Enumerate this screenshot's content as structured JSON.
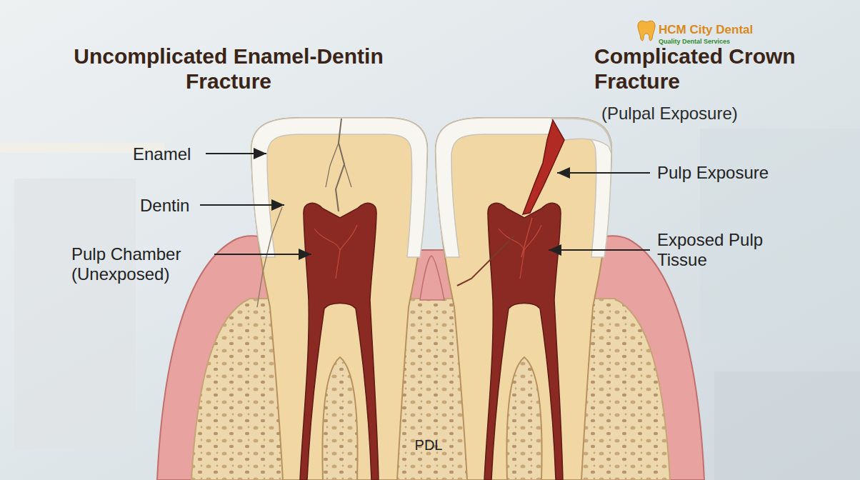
{
  "diagram": {
    "labels": [
      "Uncomplicated Enamel-Dentin Fracture",
      "Complicated Crown Fracture",
      "(Pulpal Exposure)",
      "HCM City Dental",
      "Quality Dental Services",
      "Enamel",
      "Dentin",
      "Pulp Chamber (Unexposed)",
      "Pulp Exposure",
      "Exposed Pulp Tissue",
      "PDL"
    ]
  }
}
